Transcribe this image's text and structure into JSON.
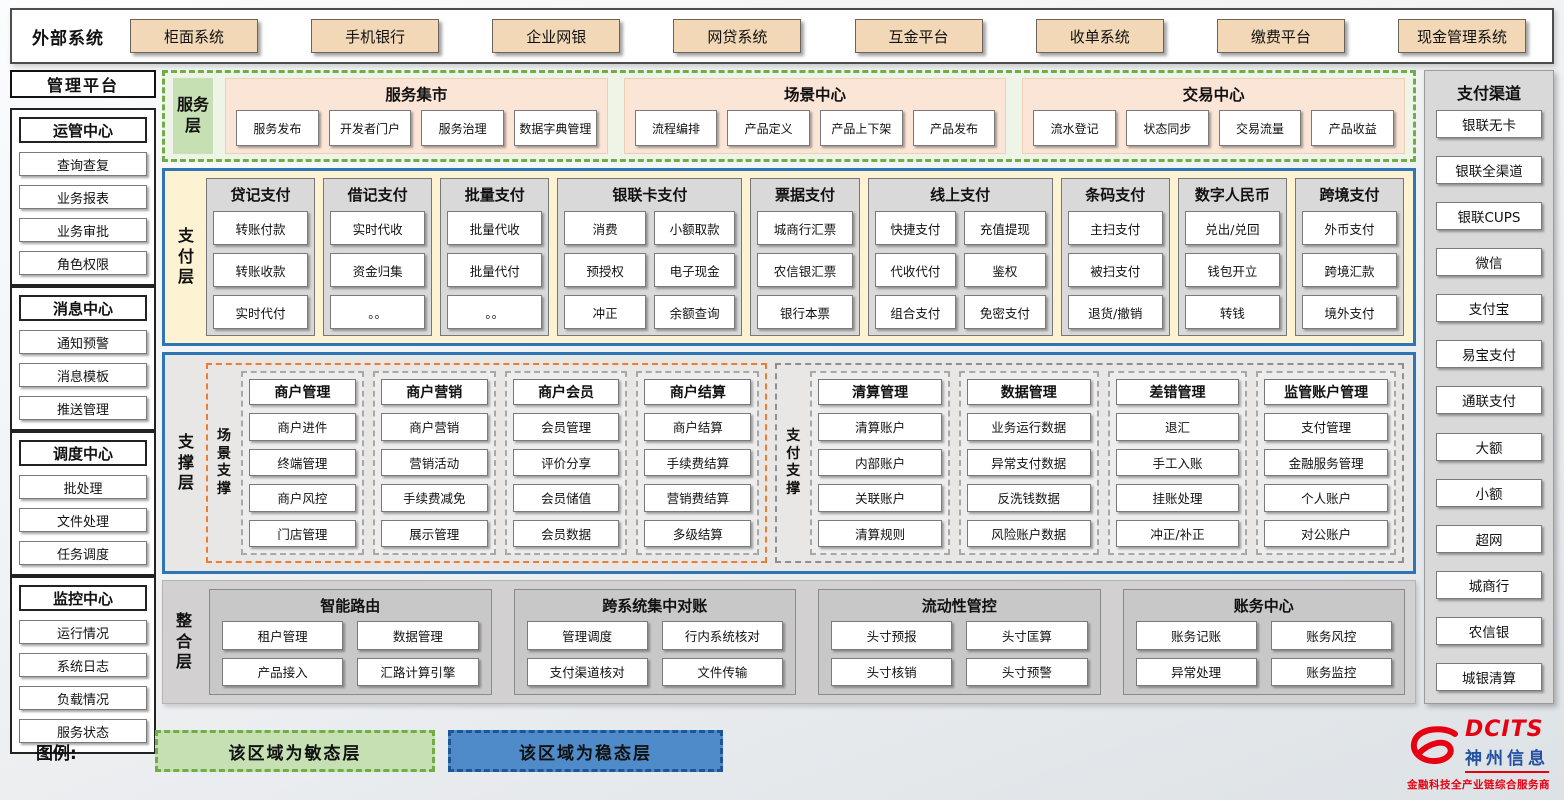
{
  "external": {
    "title": "外部系统",
    "items": [
      "柜面系统",
      "手机银行",
      "企业网银",
      "网贷系统",
      "互金平台",
      "收单系统",
      "缴费平台",
      "现金管理系统"
    ]
  },
  "management": {
    "title": "管理平台",
    "groups": [
      {
        "title": "运管中心",
        "items": [
          "查询查复",
          "业务报表",
          "业务审批",
          "角色权限"
        ]
      },
      {
        "title": "消息中心",
        "items": [
          "通知预警",
          "消息模板",
          "推送管理"
        ]
      },
      {
        "title": "调度中心",
        "items": [
          "批处理",
          "文件处理",
          "任务调度"
        ]
      },
      {
        "title": "监控中心",
        "items": [
          "运行情况",
          "系统日志",
          "负载情况",
          "服务状态"
        ]
      }
    ]
  },
  "service_layer": {
    "label": "服务层",
    "sections": [
      {
        "title": "服务集市",
        "items": [
          "服务发布",
          "开发者门户",
          "服务治理",
          "数据字典管理"
        ]
      },
      {
        "title": "场景中心",
        "items": [
          "流程编排",
          "产品定义",
          "产品上下架",
          "产品发布"
        ]
      },
      {
        "title": "交易中心",
        "items": [
          "流水登记",
          "状态同步",
          "交易流量",
          "产品收益"
        ]
      }
    ]
  },
  "payment_layer": {
    "label": "支付层",
    "columns": [
      {
        "title": "贷记支付",
        "items": [
          "转账付款",
          "转账收款",
          "实时代付"
        ]
      },
      {
        "title": "借记支付",
        "items": [
          "实时代收",
          "资金归集",
          "。。"
        ]
      },
      {
        "title": "批量支付",
        "items": [
          "批量代收",
          "批量代付",
          "。。"
        ]
      },
      {
        "title": "银联卡支付",
        "items": [
          "消费",
          "小额取款",
          "预授权",
          "电子现金",
          "冲正",
          "余额查询"
        ]
      },
      {
        "title": "票据支付",
        "items": [
          "城商行汇票",
          "农信银汇票",
          "银行本票"
        ]
      },
      {
        "title": "线上支付",
        "items": [
          "快捷支付",
          "充值提现",
          "代收代付",
          "鉴权",
          "组合支付",
          "免密支付"
        ]
      },
      {
        "title": "条码支付",
        "items": [
          "主扫支付",
          "被扫支付",
          "退货/撤销"
        ]
      },
      {
        "title": "数字人民币",
        "items": [
          "兑出/兑回",
          "钱包开立",
          "转钱"
        ]
      },
      {
        "title": "跨境支付",
        "items": [
          "外币支付",
          "跨境汇款",
          "境外支付"
        ]
      }
    ]
  },
  "support_layer": {
    "label": "支撑层",
    "groups": [
      {
        "label": "场景支撑",
        "columns": [
          {
            "title": "商户管理",
            "items": [
              "商户进件",
              "终端管理",
              "商户风控",
              "门店管理"
            ]
          },
          {
            "title": "商户营销",
            "items": [
              "商户营销",
              "营销活动",
              "手续费减免",
              "展示管理"
            ]
          },
          {
            "title": "商户会员",
            "items": [
              "会员管理",
              "评价分享",
              "会员储值",
              "会员数据"
            ]
          },
          {
            "title": "商户结算",
            "items": [
              "商户结算",
              "手续费结算",
              "营销费结算",
              "多级结算"
            ]
          }
        ]
      },
      {
        "label": "支付支撑",
        "columns": [
          {
            "title": "清算管理",
            "items": [
              "清算账户",
              "内部账户",
              "关联账户",
              "清算规则"
            ]
          },
          {
            "title": "数据管理",
            "items": [
              "业务运行数据",
              "异常支付数据",
              "反洗钱数据",
              "风险账户数据"
            ]
          },
          {
            "title": "差错管理",
            "items": [
              "退汇",
              "手工入账",
              "挂账处理",
              "冲正/补正"
            ]
          },
          {
            "title": "监管账户管理",
            "items": [
              "支付管理",
              "金融服务管理",
              "个人账户",
              "对公账户"
            ]
          }
        ]
      }
    ]
  },
  "integration_layer": {
    "label": "整合层",
    "sections": [
      {
        "title": "智能路由",
        "items": [
          "租户管理",
          "数据管理",
          "产品接入",
          "汇路计算引擎"
        ]
      },
      {
        "title": "跨系统集中对账",
        "items": [
          "管理调度",
          "行内系统核对",
          "支付渠道核对",
          "文件传输"
        ]
      },
      {
        "title": "流动性管控",
        "items": [
          "头寸预报",
          "头寸匡算",
          "头寸核销",
          "头寸预警"
        ]
      },
      {
        "title": "账务中心",
        "items": [
          "账务记账",
          "账务风控",
          "异常处理",
          "账务监控"
        ]
      }
    ]
  },
  "channels": {
    "title": "支付渠道",
    "items": [
      "银联无卡",
      "银联全渠道",
      "银联CUPS",
      "微信",
      "支付宝",
      "易宝支付",
      "通联支付",
      "大额",
      "小额",
      "超网",
      "城商行",
      "农信银",
      "城银清算"
    ]
  },
  "legend": {
    "label": "图例:",
    "agile": "该区域为敏态层",
    "stable": "该区域为稳态层"
  },
  "logo": {
    "brand": "DCITS",
    "name": "神州信息",
    "tagline": "金融科技全产业链综合服务商"
  },
  "colors": {
    "agile_green": "#70ad47",
    "agile_green_fill": "#c6e0b4",
    "stable_blue": "#2e75b6",
    "payment_cream": "#fdf3d2",
    "node_tan": "#f2d8b6",
    "scene_orange": "#ed7d31",
    "brand_red": "#e60012",
    "brand_blue": "#2350a0"
  }
}
